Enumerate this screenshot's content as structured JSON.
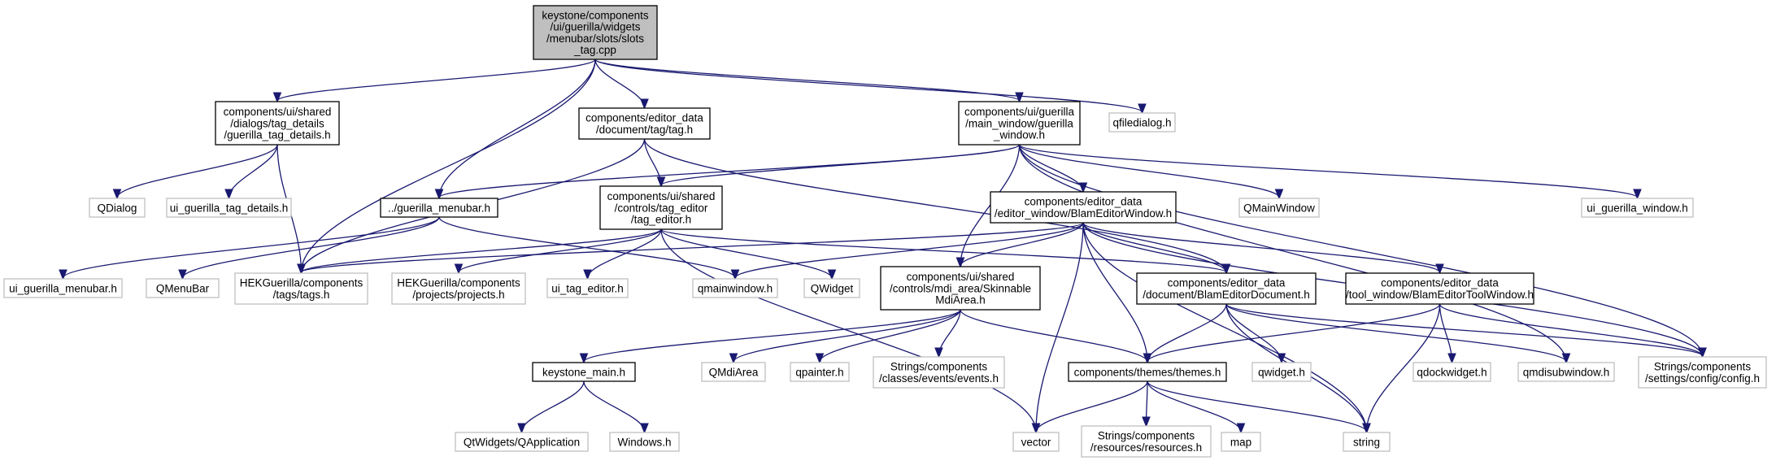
{
  "colors": {
    "edge": "#191970",
    "root_fill": "#bfbfbf",
    "external_border": "#bfbfbf",
    "local_border": "#000000"
  },
  "nodes": [
    {
      "id": "root",
      "lines": [
        "keystone/components",
        "/ui/guerilla/widgets",
        "/menubar/slots/slots",
        "_tag.cpp"
      ],
      "kind": "root"
    },
    {
      "id": "tag_details",
      "lines": [
        "components/ui/shared",
        "/dialogs/tag_details",
        "/guerilla_tag_details.h"
      ],
      "kind": "local"
    },
    {
      "id": "tag_h",
      "lines": [
        "components/editor_data",
        "/document/tag/tag.h"
      ],
      "kind": "local"
    },
    {
      "id": "guerilla_window",
      "lines": [
        "components/ui/guerilla",
        "/main_window/guerilla",
        "_window.h"
      ],
      "kind": "local"
    },
    {
      "id": "qfiledialog",
      "lines": [
        "qfiledialog.h"
      ],
      "kind": "external"
    },
    {
      "id": "qdialog",
      "lines": [
        "QDialog"
      ],
      "kind": "external"
    },
    {
      "id": "ui_tag_details",
      "lines": [
        "ui_guerilla_tag_details.h"
      ],
      "kind": "external"
    },
    {
      "id": "menubar_h",
      "lines": [
        "../guerilla_menubar.h"
      ],
      "kind": "local"
    },
    {
      "id": "tag_editor",
      "lines": [
        "components/ui/shared",
        "/controls/tag_editor",
        "/tag_editor.h"
      ],
      "kind": "local"
    },
    {
      "id": "blam_window",
      "lines": [
        "components/editor_data",
        "/editor_window/BlamEditorWindow.h"
      ],
      "kind": "local"
    },
    {
      "id": "qmainwindow_cap",
      "lines": [
        "QMainWindow"
      ],
      "kind": "external"
    },
    {
      "id": "ui_guerilla_window",
      "lines": [
        "ui_guerilla_window.h"
      ],
      "kind": "external"
    },
    {
      "id": "ui_menubar",
      "lines": [
        "ui_guerilla_menubar.h"
      ],
      "kind": "external"
    },
    {
      "id": "qmenubar",
      "lines": [
        "QMenuBar"
      ],
      "kind": "external"
    },
    {
      "id": "tags_h",
      "lines": [
        "HEKGuerilla/components",
        "/tags/tags.h"
      ],
      "kind": "external"
    },
    {
      "id": "projects_h",
      "lines": [
        "HEKGuerilla/components",
        "/projects/projects.h"
      ],
      "kind": "external"
    },
    {
      "id": "ui_tag_editor",
      "lines": [
        "ui_tag_editor.h"
      ],
      "kind": "external"
    },
    {
      "id": "qmainwindow_h",
      "lines": [
        "qmainwindow.h"
      ],
      "kind": "external"
    },
    {
      "id": "qwidget_cap",
      "lines": [
        "QWidget"
      ],
      "kind": "external"
    },
    {
      "id": "mdi_area",
      "lines": [
        "components/ui/shared",
        "/controls/mdi_area/Skinnable",
        "MdiArea.h"
      ],
      "kind": "local"
    },
    {
      "id": "blam_document",
      "lines": [
        "components/editor_data",
        "/document/BlamEditorDocument.h"
      ],
      "kind": "local"
    },
    {
      "id": "blam_tool",
      "lines": [
        "components/editor_data",
        "/tool_window/BlamEditorToolWindow.h"
      ],
      "kind": "local"
    },
    {
      "id": "keystone_main",
      "lines": [
        "keystone_main.h"
      ],
      "kind": "local"
    },
    {
      "id": "qmdiarea",
      "lines": [
        "QMdiArea"
      ],
      "kind": "external"
    },
    {
      "id": "qpainter",
      "lines": [
        "qpainter.h"
      ],
      "kind": "external"
    },
    {
      "id": "events_h",
      "lines": [
        "Strings/components",
        "/classes/events/events.h"
      ],
      "kind": "external"
    },
    {
      "id": "themes_h",
      "lines": [
        "components/themes/themes.h"
      ],
      "kind": "local"
    },
    {
      "id": "qwidget_h",
      "lines": [
        "qwidget.h"
      ],
      "kind": "external"
    },
    {
      "id": "qdockwidget",
      "lines": [
        "qdockwidget.h"
      ],
      "kind": "external"
    },
    {
      "id": "qmdisubwindow",
      "lines": [
        "qmdisubwindow.h"
      ],
      "kind": "external"
    },
    {
      "id": "config_h",
      "lines": [
        "Strings/components",
        "/settings/config/config.h"
      ],
      "kind": "external"
    },
    {
      "id": "qapplication",
      "lines": [
        "QtWidgets/QApplication"
      ],
      "kind": "external"
    },
    {
      "id": "windows_h",
      "lines": [
        "Windows.h"
      ],
      "kind": "external"
    },
    {
      "id": "vector",
      "lines": [
        "vector"
      ],
      "kind": "external"
    },
    {
      "id": "resources_h",
      "lines": [
        "Strings/components",
        "/resources/resources.h"
      ],
      "kind": "external"
    },
    {
      "id": "map",
      "lines": [
        "map"
      ],
      "kind": "external"
    },
    {
      "id": "string",
      "lines": [
        "string"
      ],
      "kind": "external"
    }
  ],
  "edges": [
    [
      "root",
      "tag_details"
    ],
    [
      "root",
      "tag_h"
    ],
    [
      "root",
      "guerilla_window"
    ],
    [
      "root",
      "qfiledialog"
    ],
    [
      "root",
      "menubar_h"
    ],
    [
      "root",
      "tags_h"
    ],
    [
      "tag_details",
      "qdialog"
    ],
    [
      "tag_details",
      "ui_tag_details"
    ],
    [
      "tag_details",
      "tags_h"
    ],
    [
      "tag_h",
      "tag_editor"
    ],
    [
      "tag_h",
      "tags_h"
    ],
    [
      "tag_h",
      "blam_document"
    ],
    [
      "guerilla_window",
      "menubar_h"
    ],
    [
      "guerilla_window",
      "tag_editor"
    ],
    [
      "guerilla_window",
      "blam_window"
    ],
    [
      "guerilla_window",
      "qmainwindow_cap"
    ],
    [
      "guerilla_window",
      "ui_guerilla_window"
    ],
    [
      "guerilla_window",
      "mdi_area"
    ],
    [
      "guerilla_window",
      "qmdisubwindow"
    ],
    [
      "guerilla_window",
      "config_h"
    ],
    [
      "menubar_h",
      "ui_menubar"
    ],
    [
      "menubar_h",
      "qmenubar"
    ],
    [
      "menubar_h",
      "qmainwindow_h"
    ],
    [
      "tag_editor",
      "tags_h"
    ],
    [
      "tag_editor",
      "projects_h"
    ],
    [
      "tag_editor",
      "ui_tag_editor"
    ],
    [
      "tag_editor",
      "qwidget_cap"
    ],
    [
      "tag_editor",
      "blam_document"
    ],
    [
      "tag_editor",
      "vector"
    ],
    [
      "blam_window",
      "tags_h"
    ],
    [
      "blam_window",
      "qmainwindow_h"
    ],
    [
      "blam_window",
      "mdi_area"
    ],
    [
      "blam_window",
      "blam_document"
    ],
    [
      "blam_window",
      "blam_tool"
    ],
    [
      "blam_window",
      "themes_h"
    ],
    [
      "blam_window",
      "vector"
    ],
    [
      "blam_window",
      "config_h"
    ],
    [
      "blam_window",
      "string"
    ],
    [
      "mdi_area",
      "keystone_main"
    ],
    [
      "mdi_area",
      "qmdiarea"
    ],
    [
      "mdi_area",
      "qpainter"
    ],
    [
      "mdi_area",
      "events_h"
    ],
    [
      "mdi_area",
      "themes_h"
    ],
    [
      "blam_document",
      "themes_h"
    ],
    [
      "blam_document",
      "qwidget_h"
    ],
    [
      "blam_document",
      "qmdisubwindow"
    ],
    [
      "blam_document",
      "config_h"
    ],
    [
      "blam_document",
      "string"
    ],
    [
      "blam_tool",
      "themes_h"
    ],
    [
      "blam_tool",
      "qdockwidget"
    ],
    [
      "blam_tool",
      "config_h"
    ],
    [
      "blam_tool",
      "string"
    ],
    [
      "keystone_main",
      "qapplication"
    ],
    [
      "keystone_main",
      "windows_h"
    ],
    [
      "themes_h",
      "vector"
    ],
    [
      "themes_h",
      "resources_h"
    ],
    [
      "themes_h",
      "map"
    ],
    [
      "themes_h",
      "string"
    ]
  ]
}
